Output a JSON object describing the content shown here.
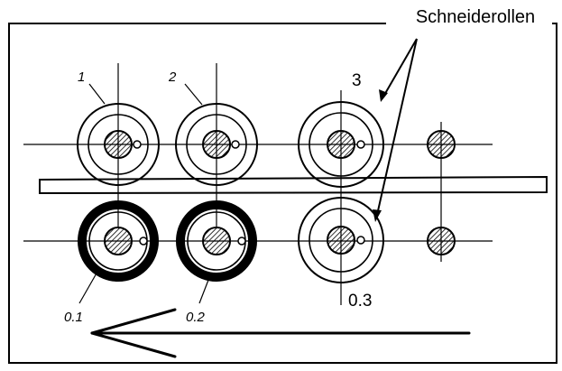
{
  "figure": {
    "title": "Schneiderollen",
    "labels": {
      "roll_1": "1",
      "roll_2": "2",
      "roll_3": "3",
      "roll_01": "0.1",
      "roll_02": "0.2",
      "roll_03": "0.3"
    }
  }
}
